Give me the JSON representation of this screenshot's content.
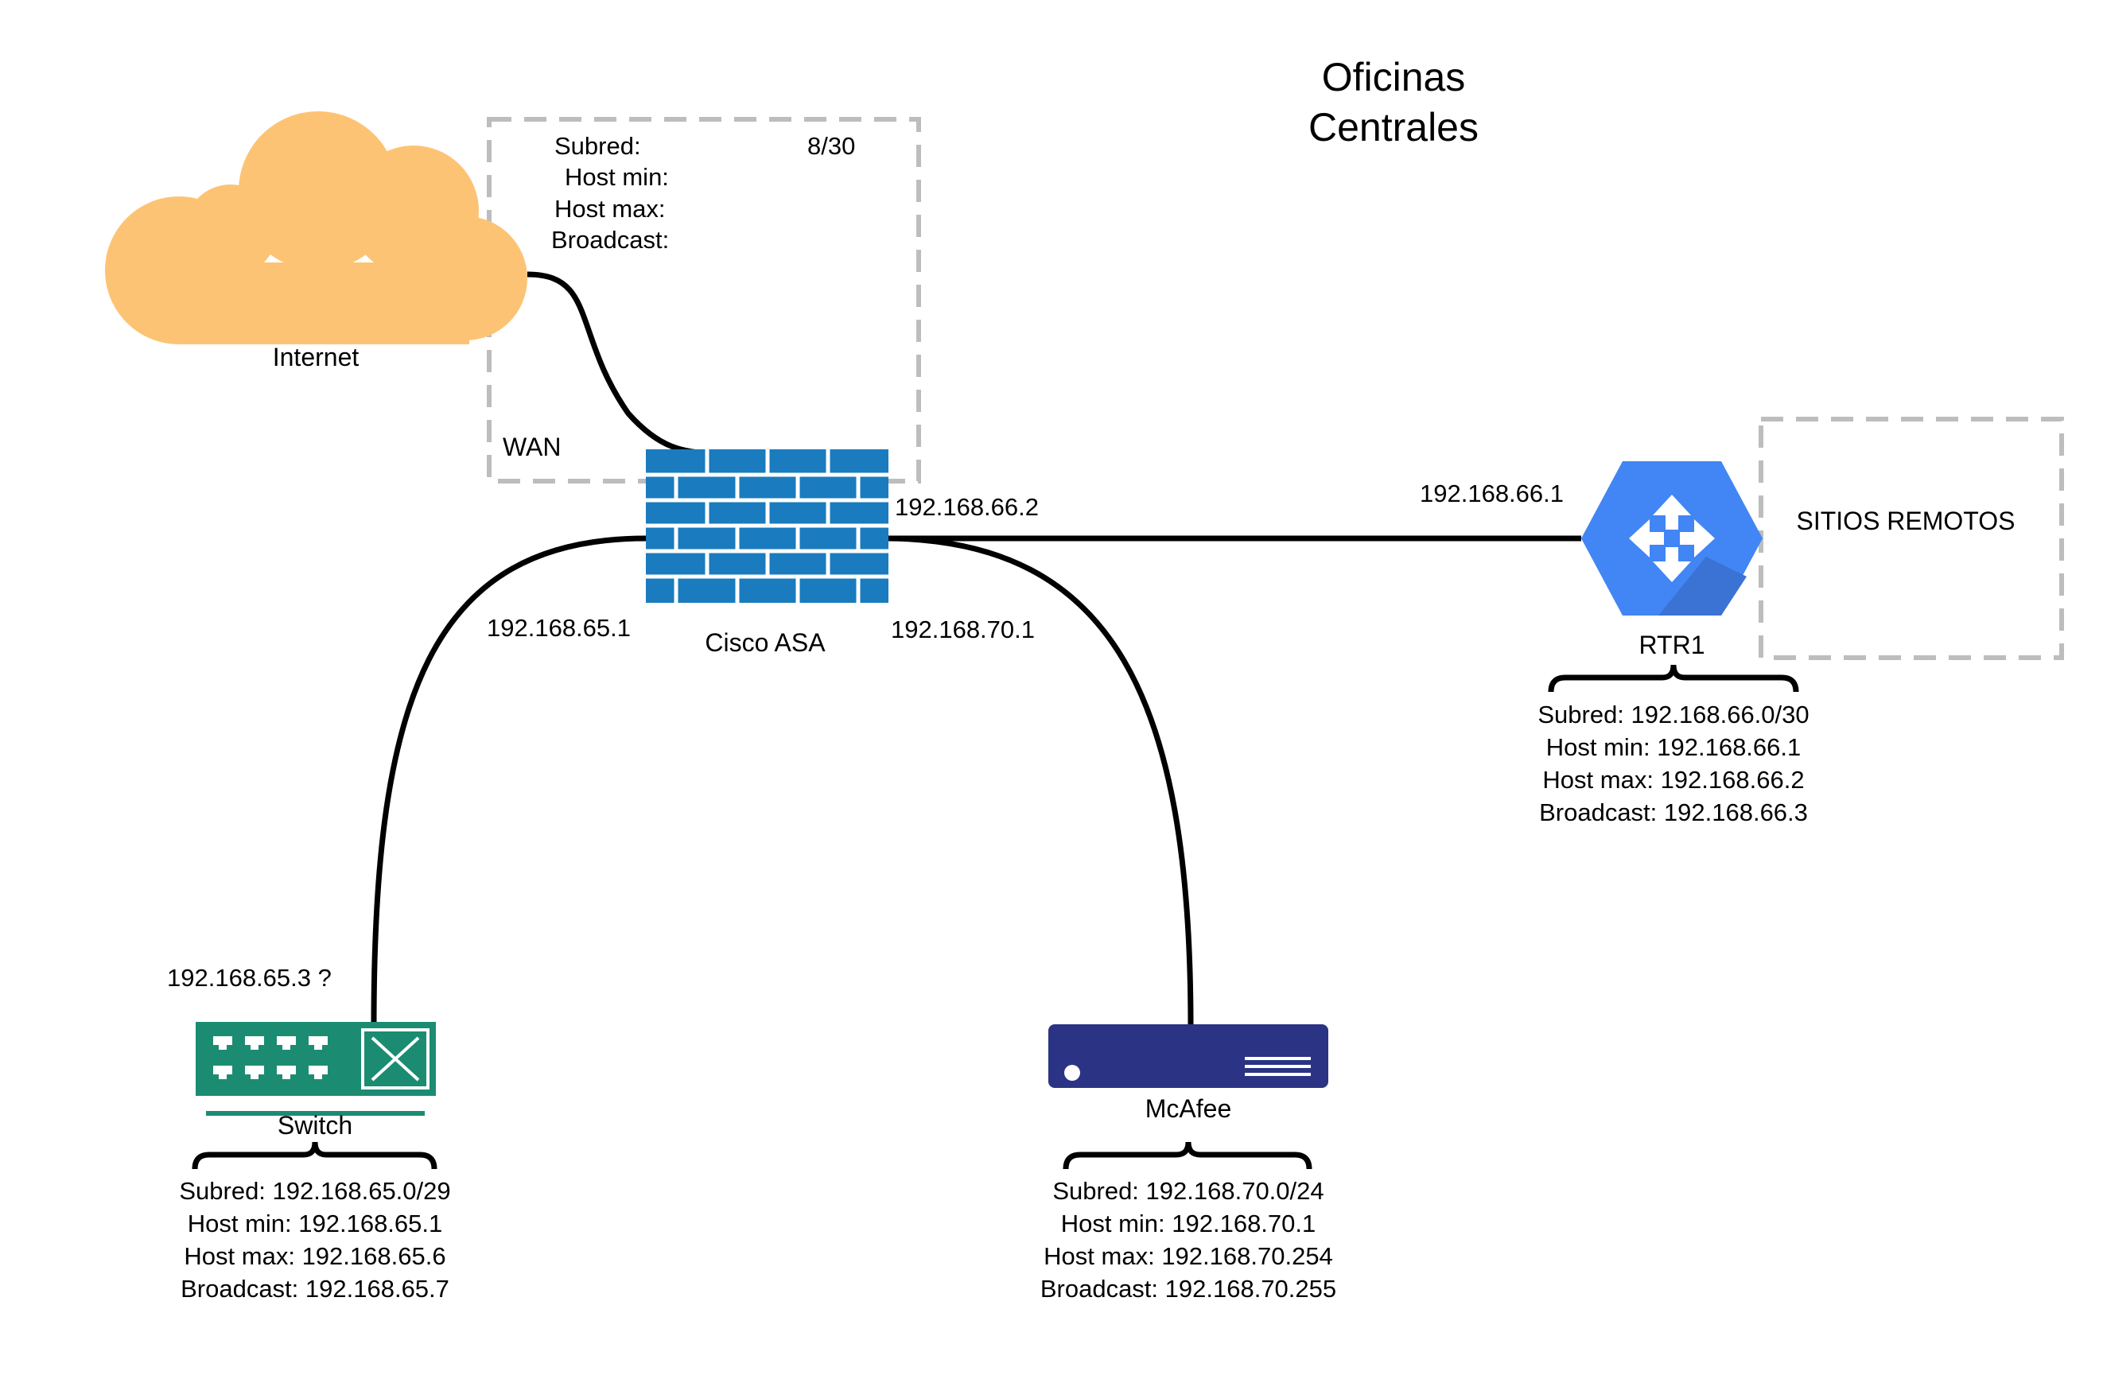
{
  "title": {
    "line1": "Oficinas",
    "line2": "Centrales"
  },
  "colors": {
    "cloud": "#fdc374",
    "firewall": "#1a7bbf",
    "switch": "#1b8c72",
    "mcafee": "#2b3384",
    "router": "#4285f4",
    "router_shadow": "#3a73d4",
    "dashed_box": "#bdbdbd",
    "link": "#000000"
  },
  "nodes": {
    "internet": {
      "label": "Internet",
      "icon": "cloud-icon"
    },
    "asa": {
      "label": "Cisco ASA",
      "icon": "firewall-icon"
    },
    "rtr1": {
      "label": "RTR1",
      "icon": "router-icon"
    },
    "switch": {
      "label": "Switch",
      "icon": "switch-icon"
    },
    "mcafee": {
      "label": "McAfee",
      "icon": "appliance-icon"
    }
  },
  "wan_box": {
    "label": "WAN",
    "subred_label": "Subred:",
    "subred_value": "8/30",
    "host_min_label": "Host min:",
    "host_max_label": "Host max:",
    "broadcast_label": "Broadcast:"
  },
  "remote_box": {
    "label": "SITIOS REMOTOS"
  },
  "interfaces": {
    "asa_rtr": "192.168.66.2",
    "rtr_asa": "192.168.66.1",
    "asa_switch": "192.168.65.1",
    "asa_mcafee": "192.168.70.1",
    "switch_ip": "192.168.65.3 ?"
  },
  "subnets": {
    "rtr1": [
      "Subred: 192.168.66.0/30",
      "Host min: 192.168.66.1",
      "Host max: 192.168.66.2",
      "Broadcast: 192.168.66.3"
    ],
    "switch": [
      "Subred: 192.168.65.0/29",
      "Host min: 192.168.65.1",
      "Host max: 192.168.65.6",
      "Broadcast: 192.168.65.7"
    ],
    "mcafee": [
      "Subred: 192.168.70.0/24",
      "Host min: 192.168.70.1",
      "Host max: 192.168.70.254",
      "Broadcast: 192.168.70.255"
    ]
  }
}
